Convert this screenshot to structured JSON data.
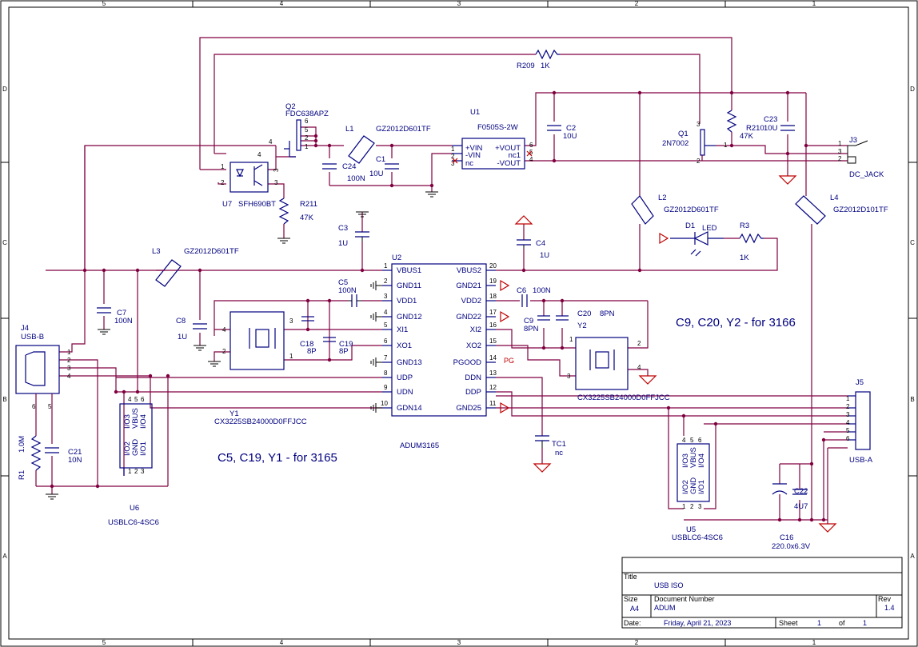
{
  "frame": {
    "columns": [
      "5",
      "4",
      "3",
      "2",
      "1"
    ],
    "rows": [
      "D",
      "C",
      "B",
      "A"
    ]
  },
  "notes": {
    "top_note": "C9, C20, Y2 - for 3166",
    "bottom_note": "C5, C19, Y1 - for 3165"
  },
  "parts": {
    "u2": {
      "ref": "U2",
      "value": "ADUM3165",
      "left_pins": [
        {
          "num": "1",
          "name": "VBUS1"
        },
        {
          "num": "2",
          "name": "GND11"
        },
        {
          "num": "3",
          "name": "VDD1"
        },
        {
          "num": "4",
          "name": "GND12"
        },
        {
          "num": "5",
          "name": "XI1"
        },
        {
          "num": "6",
          "name": "XO1"
        },
        {
          "num": "7",
          "name": "GND13"
        },
        {
          "num": "8",
          "name": "UDP"
        },
        {
          "num": "9",
          "name": "UDN"
        },
        {
          "num": "10",
          "name": "GDN14"
        }
      ],
      "right_pins": [
        {
          "num": "20",
          "name": "VBUS2"
        },
        {
          "num": "19",
          "name": "GND21"
        },
        {
          "num": "18",
          "name": "VDD2"
        },
        {
          "num": "17",
          "name": "GND22"
        },
        {
          "num": "16",
          "name": "XI2"
        },
        {
          "num": "15",
          "name": "XO2"
        },
        {
          "num": "14",
          "name": "PGOOD"
        },
        {
          "num": "13",
          "name": "DDN"
        },
        {
          "num": "12",
          "name": "DDP"
        },
        {
          "num": "11",
          "name": "GND25"
        }
      ],
      "pg_label": "PG"
    },
    "u1": {
      "ref": "U1",
      "value": "F0505S-2W",
      "left_pins": [
        {
          "num": "1",
          "name": "+VIN"
        },
        {
          "num": "2",
          "name": "-VIN"
        },
        {
          "num": "3",
          "name": "nc"
        }
      ],
      "right_pins": [
        {
          "num": "6",
          "name": "+VOUT"
        },
        {
          "num": "5",
          "name": "nc1"
        },
        {
          "num": "4",
          "name": "-VOUT"
        }
      ]
    },
    "q2": {
      "ref": "Q2",
      "value": "FDC638APZ",
      "pins": [
        "6",
        "5",
        "2",
        "1",
        "4",
        "3"
      ]
    },
    "q1": {
      "ref": "Q1",
      "value": "2N7002",
      "pins": [
        "3",
        "1",
        "2"
      ]
    },
    "u7": {
      "ref": "U7",
      "value": "SFH690BT",
      "pins": [
        "1",
        "2",
        "3",
        "4"
      ]
    },
    "u6": {
      "ref": "U6",
      "value": "USBLC6-4SC6",
      "pins": [
        "4",
        "5",
        "6",
        "1",
        "2",
        "3"
      ],
      "names": [
        "I/O3",
        "VBUS",
        "I/O4",
        "I/O2",
        "GND",
        "I/O1"
      ]
    },
    "u5": {
      "ref": "U5",
      "value": "USBLC6-4SC6",
      "pins": [
        "4",
        "5",
        "6",
        "1",
        "2",
        "3"
      ],
      "names": [
        "I/O3",
        "VBUS",
        "I/O4",
        "I/O2",
        "GND",
        "I/O1"
      ]
    },
    "y1": {
      "ref": "Y1",
      "value": "CX3225SB24000D0FFJCC",
      "pins": [
        "4",
        "2",
        "3",
        "1"
      ]
    },
    "y2": {
      "ref": "Y2",
      "value": "CX3225SB24000D0FFJCC",
      "pins": [
        "1",
        "2",
        "3",
        "4"
      ]
    },
    "j4": {
      "ref": "J4",
      "value": "USB-B",
      "pins": [
        "1",
        "2",
        "3",
        "4",
        "6",
        "5"
      ]
    },
    "j5": {
      "ref": "J5",
      "value": "USB-A",
      "pins": [
        "1",
        "2",
        "3",
        "4",
        "5",
        "6"
      ]
    },
    "j3": {
      "ref": "J3",
      "value": "DC_JACK",
      "pins": [
        "1",
        "3",
        "2"
      ]
    },
    "d1": {
      "ref": "D1",
      "value": "LED"
    },
    "r209": {
      "ref": "R209",
      "value": "1K"
    },
    "r210": {
      "ref": "R210",
      "value": "47K"
    },
    "r211": {
      "ref": "R211",
      "value": "47K"
    },
    "r3": {
      "ref": "R3",
      "value": "1K"
    },
    "r1": {
      "ref": "R1",
      "value": "1.0M"
    },
    "l1": {
      "ref": "L1",
      "value": "GZ2012D601TF"
    },
    "l2": {
      "ref": "L2",
      "value": "GZ2012D601TF"
    },
    "l3": {
      "ref": "L3",
      "value": "GZ2012D601TF"
    },
    "l4": {
      "ref": "L4",
      "value": "GZ2012D101TF"
    },
    "c1": {
      "ref": "C1",
      "value": "10U"
    },
    "c2": {
      "ref": "C2",
      "value": "10U"
    },
    "c3": {
      "ref": "C3",
      "value": "1U"
    },
    "c4": {
      "ref": "C4",
      "value": "1U"
    },
    "c5": {
      "ref": "C5",
      "value": "100N"
    },
    "c6": {
      "ref": "C6",
      "value": "100N"
    },
    "c7": {
      "ref": "C7",
      "value": "100N"
    },
    "c8": {
      "ref": "C8",
      "value": "1U"
    },
    "c9": {
      "ref": "C9",
      "value": "8PN"
    },
    "c16": {
      "ref": "C16",
      "value": "220.0x6.3V"
    },
    "c18": {
      "ref": "C18",
      "value": "8P"
    },
    "c19": {
      "ref": "C19",
      "value": "8P"
    },
    "c20": {
      "ref": "C20",
      "value": "8PN"
    },
    "c21": {
      "ref": "C21",
      "value": "10N"
    },
    "c22": {
      "ref": "C22",
      "value": "4U7"
    },
    "c23": {
      "ref": "C23",
      "value": "10U"
    },
    "c24": {
      "ref": "C24",
      "value": "100N"
    },
    "tc1": {
      "ref": "TC1",
      "value": "nc"
    }
  },
  "title_block": {
    "title_label": "Title",
    "title": "USB ISO",
    "size_label": "Size",
    "size": "A4",
    "docnum_label": "Document Number",
    "docnum": "ADUM",
    "rev_label": "Rev",
    "rev": "1.4",
    "date_label": "Date:",
    "date": "Friday, April 21, 2023",
    "sheet_label": "Sheet",
    "sheet": "1",
    "of_label": "of",
    "sheet_total": "1"
  }
}
